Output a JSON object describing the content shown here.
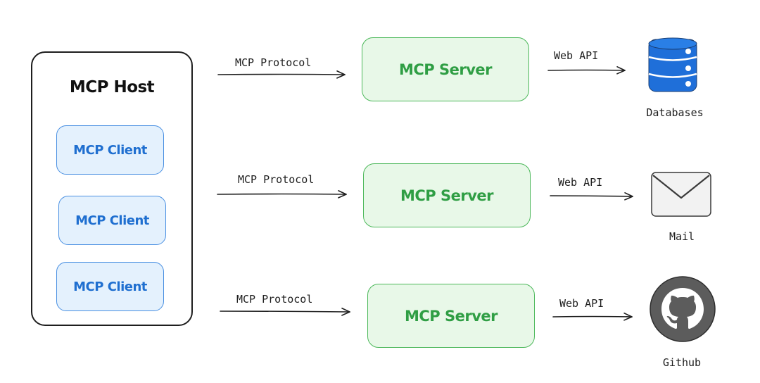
{
  "host": {
    "title": "MCP Host"
  },
  "clients": [
    {
      "label": "MCP Client"
    },
    {
      "label": "MCP Client"
    },
    {
      "label": "MCP Client"
    }
  ],
  "connections": [
    {
      "protocol_label": "MCP Protocol",
      "server_label": "MCP Server",
      "api_label": "Web API",
      "resource_label": "Databases",
      "resource_icon": "database-icon"
    },
    {
      "protocol_label": "MCP Protocol",
      "server_label": "MCP Server",
      "api_label": "Web API",
      "resource_label": "Mail",
      "resource_icon": "mail-icon"
    },
    {
      "protocol_label": "MCP Protocol",
      "server_label": "MCP Server",
      "api_label": "Web API",
      "resource_label": "Github",
      "resource_icon": "github-icon"
    }
  ],
  "colors": {
    "client_fill": "#e4f1fd",
    "client_stroke": "#4a90e2",
    "client_text": "#1f6fd0",
    "server_fill": "#e8f8e8",
    "server_stroke": "#4cb85a",
    "server_text": "#2f9e44",
    "database_blue": "#1f6fd9",
    "github_gray": "#5c5c5c"
  }
}
